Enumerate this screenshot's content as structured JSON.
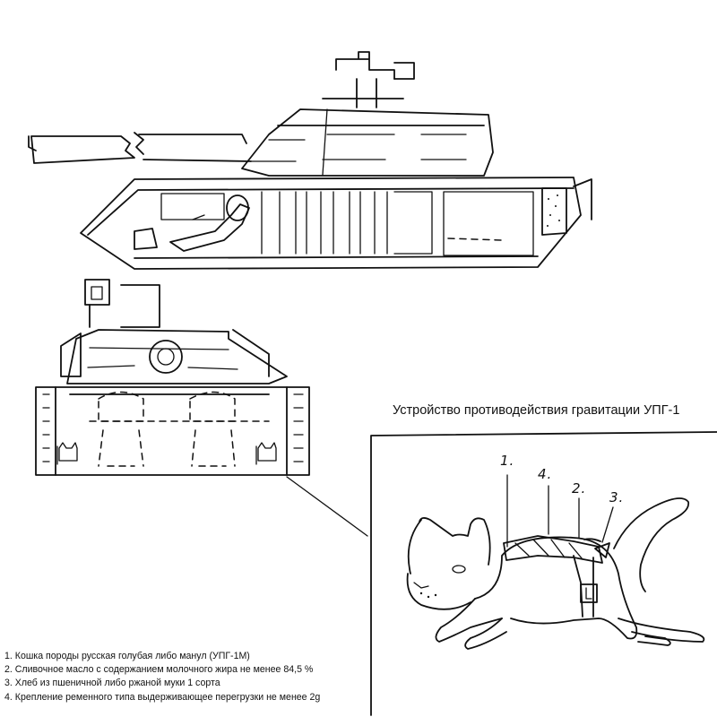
{
  "inset": {
    "title": "Устройство противодействия гравитации УПГ-1",
    "callouts": [
      "1.",
      "4.",
      "2.",
      "3."
    ]
  },
  "legend": {
    "items": [
      "1. Кошка породы русская голубая либо манул (УПГ-1М)",
      "2. Сливочное масло с содержанием молочного жира не менее 84,5 %",
      "3. Хлеб из пшеничной либо ржаной муки 1  сорта",
      "4. Крепление ременного типа выдерживающее перегрузки не менее 2g"
    ]
  },
  "icons": {
    "tank_side": "tank-side-view-sketch",
    "tank_front": "tank-front-view-sketch",
    "cat": "cat-with-harness-sketch"
  }
}
